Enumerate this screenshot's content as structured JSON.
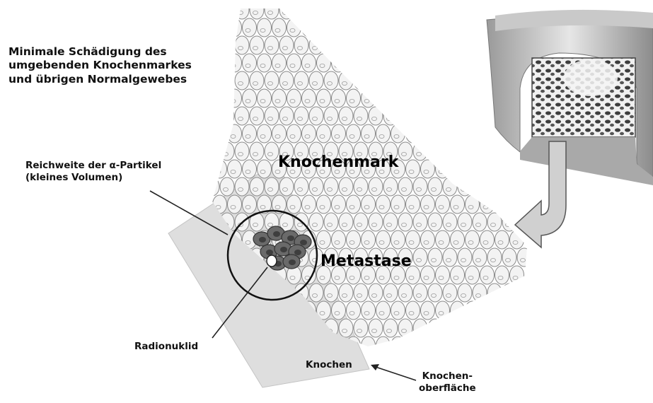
{
  "labels": {
    "top_note": "Minimale Schädigung des\numgebenden Knochenmarkes\nund übrigen Normalgewebes",
    "alpha_range": "Reichweite der α-Partikel\n(kleines Volumen)",
    "radionuclide": "Radionuklid",
    "bone": "Knochen",
    "bone_surface": "Knochen-\noberfläche",
    "marrow": "Knochenmark",
    "metastasis": "Metastase"
  },
  "colors": {
    "cell_fill": "#f3f3f3",
    "cell_stroke": "#8a8a8a",
    "bone_fill": "#dedede",
    "tumor_fill": "#6a6a6a",
    "arrow_fill": "#d0d0d0"
  },
  "icons": {
    "bone_cross_section": "bone-cross-section-icon",
    "curved_arrow": "curved-arrow-icon"
  }
}
